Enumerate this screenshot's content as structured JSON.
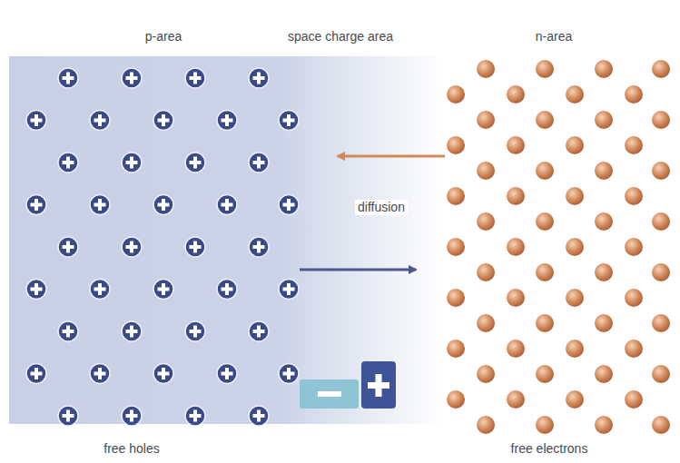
{
  "diagram": {
    "labels": [
      "p-area",
      "space charge area",
      "n-area",
      "diffusion",
      "free holes",
      "free electrons"
    ]
  }
}
